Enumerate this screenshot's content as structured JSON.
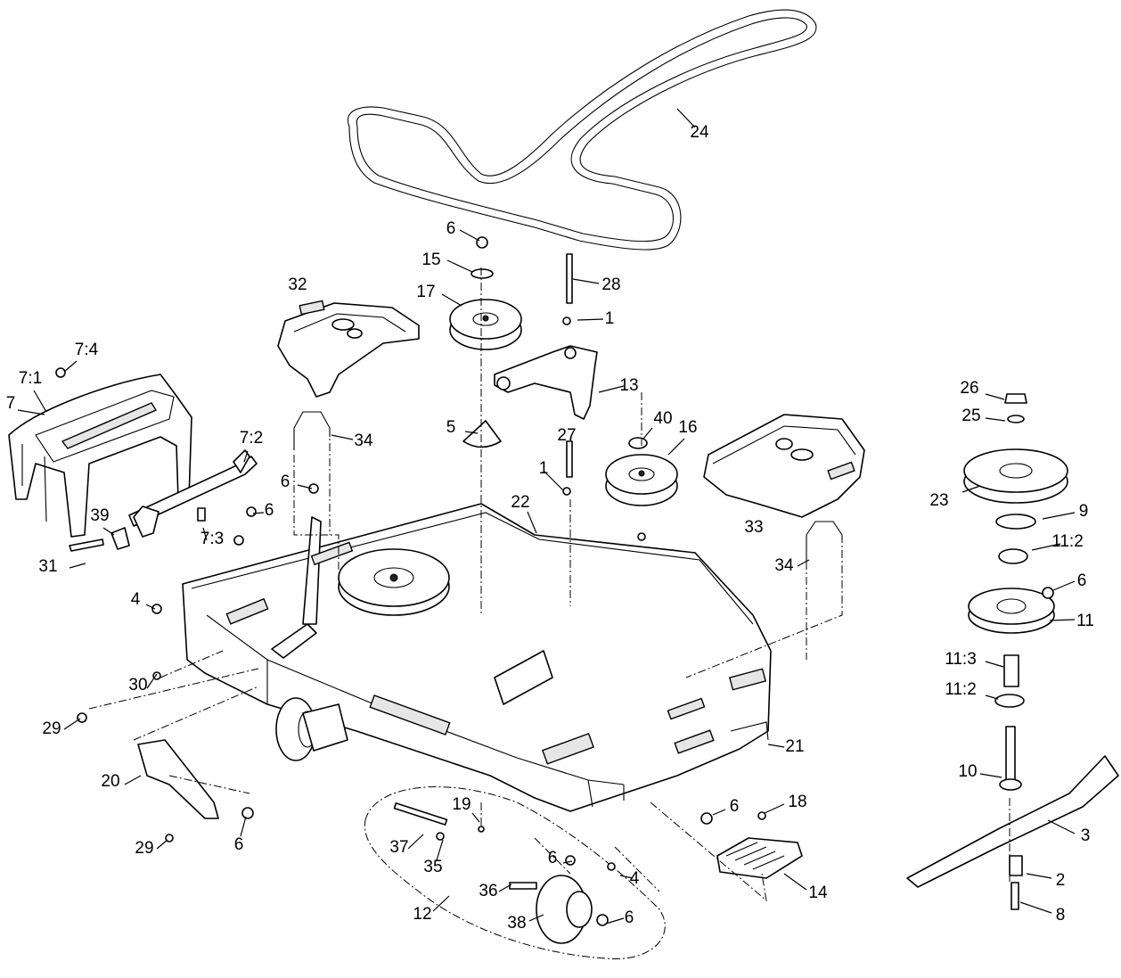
{
  "callouts": [
    {
      "label": "24"
    },
    {
      "label": "6"
    },
    {
      "label": "15"
    },
    {
      "label": "28"
    },
    {
      "label": "32"
    },
    {
      "label": "17"
    },
    {
      "label": "1"
    },
    {
      "label": "7:4"
    },
    {
      "label": "13"
    },
    {
      "label": "7:1"
    },
    {
      "label": "7"
    },
    {
      "label": "26"
    },
    {
      "label": "25"
    },
    {
      "label": "5"
    },
    {
      "label": "34"
    },
    {
      "label": "40"
    },
    {
      "label": "16"
    },
    {
      "label": "27"
    },
    {
      "label": "7:2"
    },
    {
      "label": "1"
    },
    {
      "label": "6"
    },
    {
      "label": "22"
    },
    {
      "label": "23"
    },
    {
      "label": "9"
    },
    {
      "label": "39"
    },
    {
      "label": "6"
    },
    {
      "label": "33"
    },
    {
      "label": "7:3"
    },
    {
      "label": "31"
    },
    {
      "label": "34"
    },
    {
      "label": "11:2"
    },
    {
      "label": "6"
    },
    {
      "label": "4"
    },
    {
      "label": "11"
    },
    {
      "label": "11:3"
    },
    {
      "label": "30"
    },
    {
      "label": "11:2"
    },
    {
      "label": "29"
    },
    {
      "label": "21"
    },
    {
      "label": "10"
    },
    {
      "label": "20"
    },
    {
      "label": "18"
    },
    {
      "label": "19"
    },
    {
      "label": "6"
    },
    {
      "label": "3"
    },
    {
      "label": "29"
    },
    {
      "label": "6"
    },
    {
      "label": "37"
    },
    {
      "label": "35"
    },
    {
      "label": "6"
    },
    {
      "label": "4"
    },
    {
      "label": "2"
    },
    {
      "label": "36"
    },
    {
      "label": "14"
    },
    {
      "label": "12"
    },
    {
      "label": "38"
    },
    {
      "label": "6"
    },
    {
      "label": "8"
    }
  ]
}
